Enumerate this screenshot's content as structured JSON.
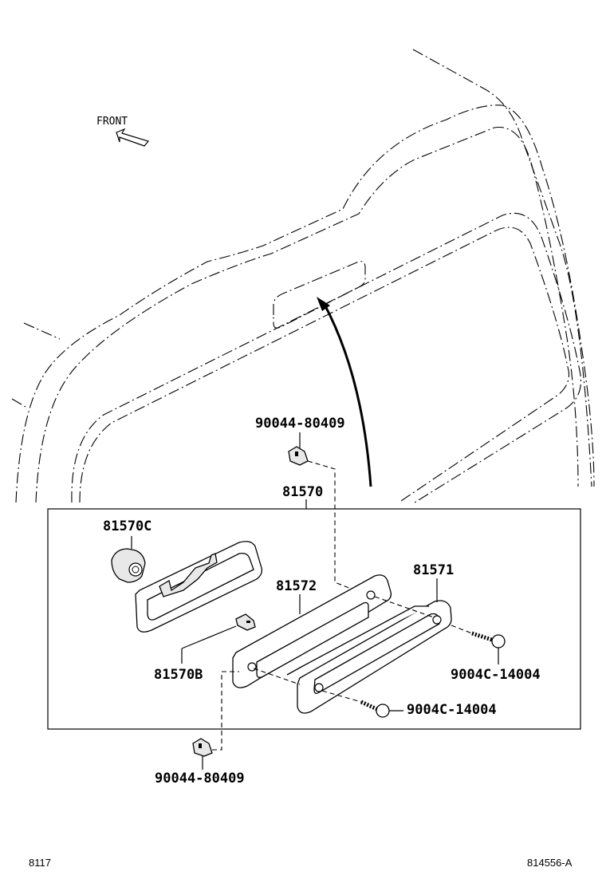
{
  "direction_label": "FRONT",
  "parts": {
    "assembly": "81570",
    "housing_cap": "81570C",
    "clip": "81570B",
    "gasket": "81572",
    "lamp_unit": "81571",
    "nut_top": "90044-80409",
    "nut_bottom": "90044-80409",
    "screw_right": "9004C-14004",
    "screw_bottom": "9004C-14004"
  },
  "footer": {
    "left": "8117",
    "right": "814556-A"
  }
}
